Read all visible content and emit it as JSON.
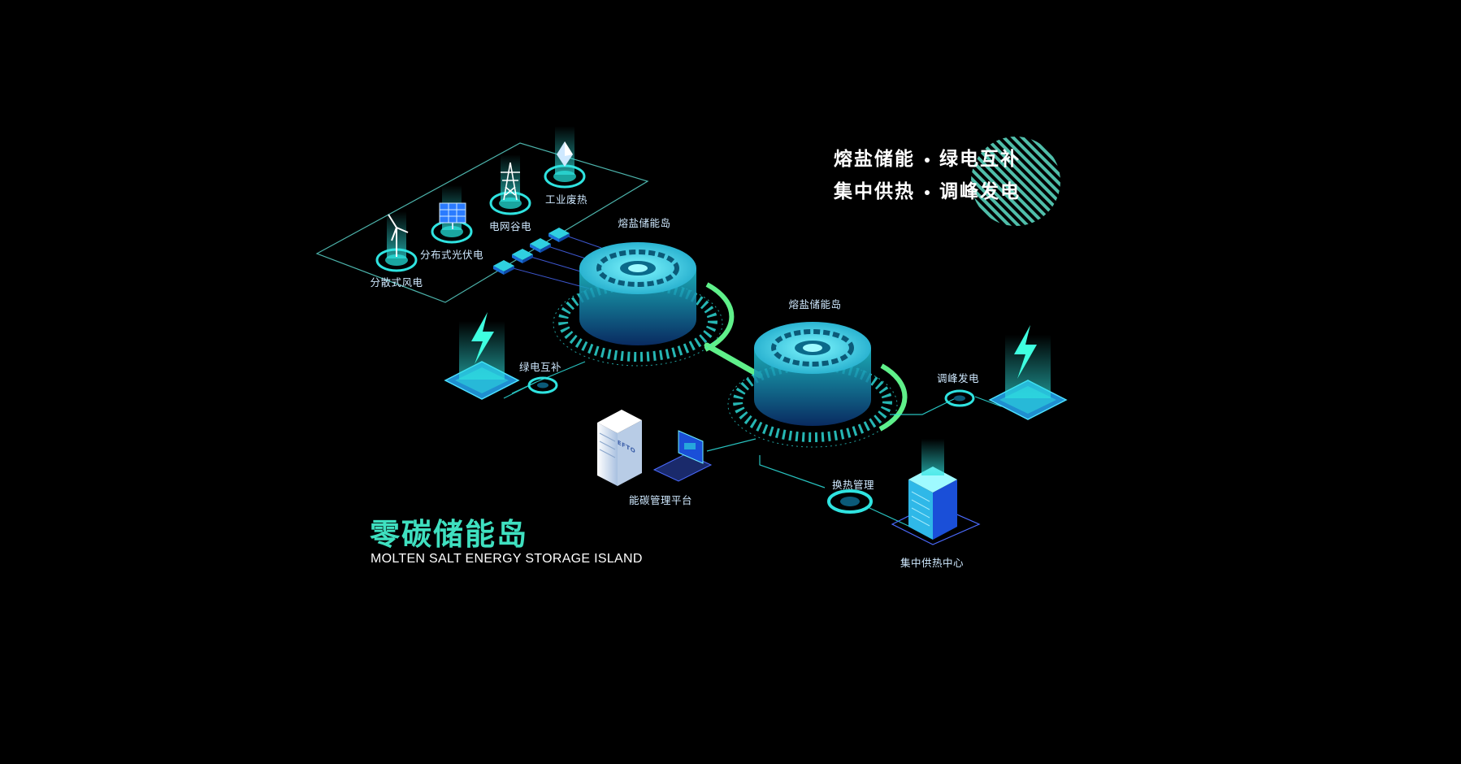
{
  "slogan": {
    "line1_a": "熔盐储能",
    "line1_b": "绿电互补",
    "line2_a": "集中供热",
    "line2_b": "调峰发电"
  },
  "title": {
    "cn": "零碳储能岛",
    "en": "MOLTEN SALT ENERGY STORAGE ISLAND"
  },
  "nodes": {
    "wind": "分散式风电",
    "solar": "分布式光伏电",
    "grid": "电网谷电",
    "waste_heat": "工业废热",
    "storage_1": "熔盐储能岛",
    "storage_2": "熔盐储能岛",
    "green_power": "绿电互补",
    "peak_power": "调峰发电",
    "platform": "能碳管理平台",
    "heat_exchange": "换热管理",
    "heating_center": "集中供热中心",
    "server_brand": "EFTO"
  },
  "colors": {
    "accent_cyan": "#2fe3e0",
    "accent_green": "#5ff08a",
    "accent_blue": "#2a7bff",
    "background": "#000000"
  }
}
